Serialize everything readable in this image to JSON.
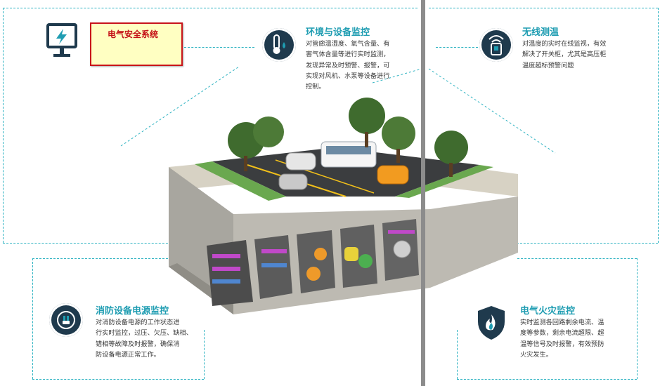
{
  "colors": {
    "accent": "#1f9db2",
    "dark": "#1f3a4d",
    "dashed_line": "#2fb3c2",
    "note_border": "#c8141b",
    "note_bg": "#ffffc2"
  },
  "note": {
    "text": "电气安全系统"
  },
  "sections": {
    "environment": {
      "title": "环境与设备监控",
      "lines": [
        "对管廊温湿度、氧气含量、有",
        "害气体含量等进行实时监测，",
        "发现异常及时预警、报警，可",
        "实现对风机、水泵等设备进行",
        "控制。"
      ],
      "icon": "thermometer-icon"
    },
    "wireless": {
      "title": "无线测温",
      "lines": [
        "对温度的实时在线监视，有效",
        "解决了开关柜，尤其是高压柜",
        "温度超标预警问题"
      ],
      "icon": "wireless-sensor-icon"
    },
    "fire_power": {
      "title": "消防设备电源监控",
      "lines": [
        "对消防设备电源的工作状态进",
        "行实时监控，过压、欠压、缺相、",
        "错相等故障及时报警，确保消",
        "防设备电源正常工作。"
      ],
      "icon": "power-plug-icon"
    },
    "electric_fire": {
      "title": "电气火灾监控",
      "lines": [
        "实时监测各回路剩余电流、温",
        "度等参数，剩余电流超限、超",
        "温等信号及时报警，有效预防",
        "火灾发生。"
      ],
      "icon": "flame-shield-icon"
    },
    "safety": {
      "icon": "monitor-lightning-icon"
    }
  }
}
